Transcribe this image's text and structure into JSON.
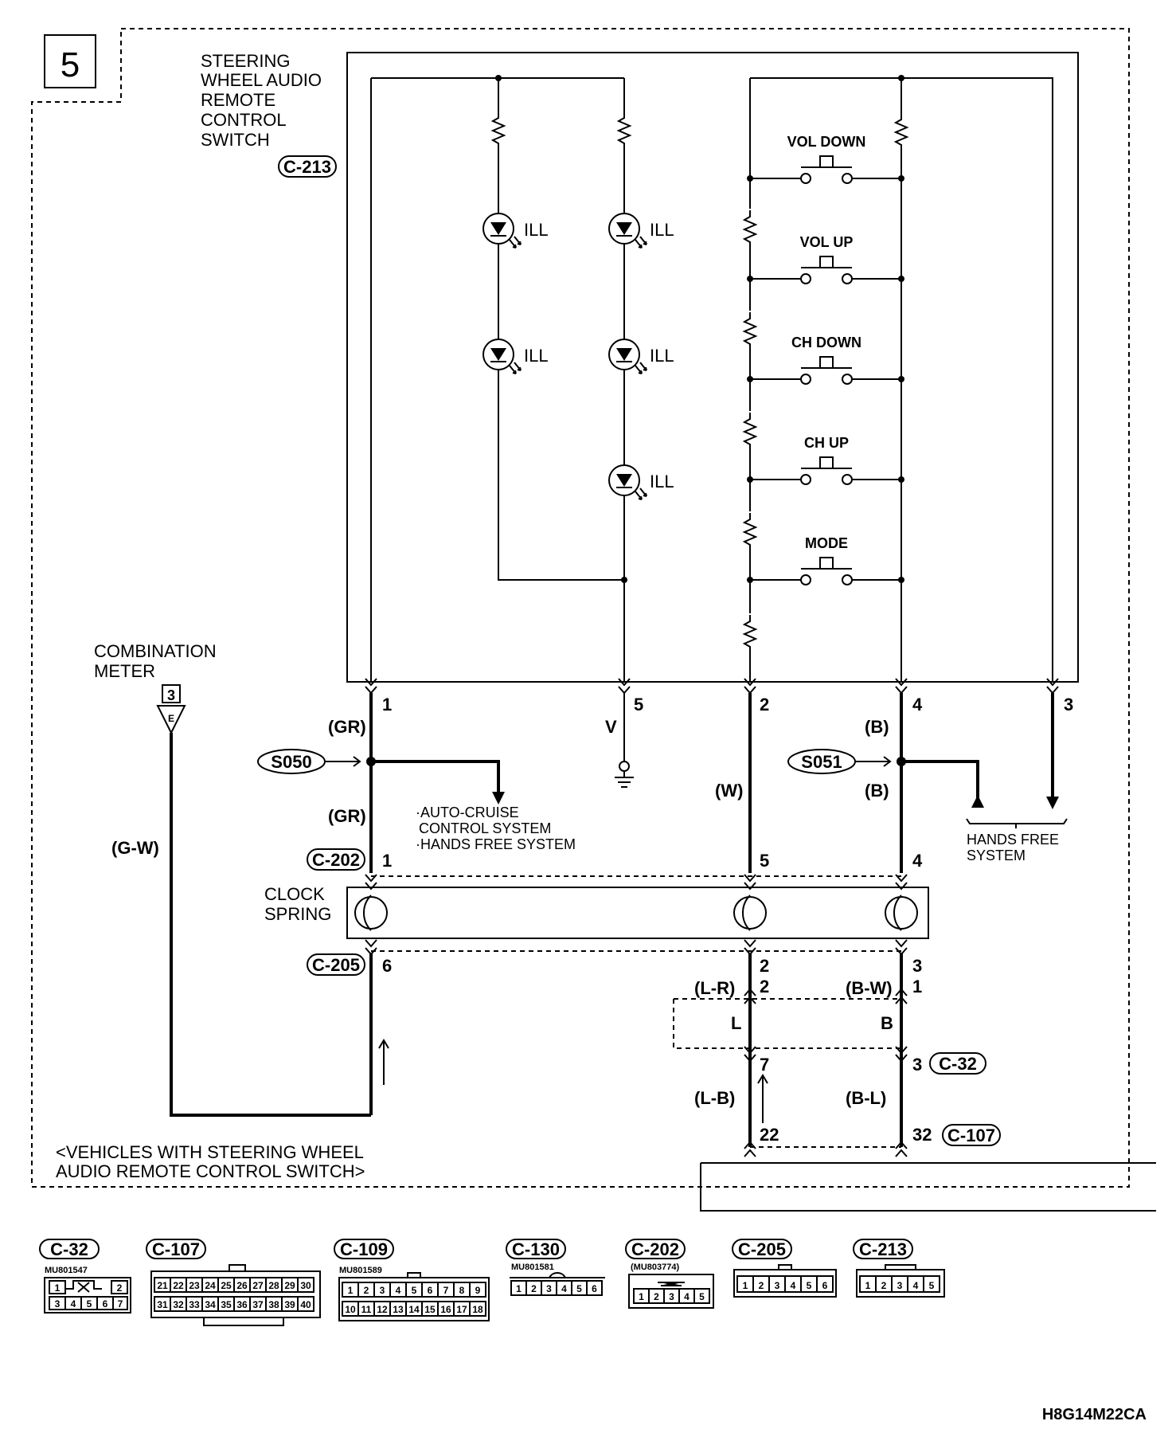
{
  "sheet": {
    "number": "5",
    "code": "H8G14M22CA",
    "note": "<VEHICLES WITH STEERING WHEEL AUDIO REMOTE CONTROL SWITCH>"
  },
  "switch": {
    "title_l1": "STEERING",
    "title_l2": "WHEEL AUDIO",
    "title_l3": "REMOTE",
    "title_l4": "CONTROL",
    "title_l5": "SWITCH",
    "connector": "C-213",
    "ill_label": "ILL",
    "buttons": [
      "VOL DOWN",
      "VOL UP",
      "CH DOWN",
      "CH UP",
      "MODE"
    ],
    "pins": [
      "1",
      "5",
      "2",
      "4",
      "3"
    ]
  },
  "combination_meter": {
    "title_l1": "COMBINATION",
    "title_l2": "METER",
    "box_num": "3",
    "pin": "E",
    "wire": "(G-W)"
  },
  "wires": {
    "gr": "(GR)",
    "v": "V",
    "w": "(W)",
    "b": "(B)",
    "lr": "(L-R)",
    "bw": "(B-W)",
    "lb": "(L-B)",
    "bl": "(B-L)"
  },
  "splices": {
    "s050": "S050",
    "s051": "S051"
  },
  "destinations": {
    "auto_cruise_l1": "·AUTO-CRUISE",
    "auto_cruise_l2": "CONTROL SYSTEM",
    "hands_free_bullet": "·HANDS FREE SYSTEM",
    "hands_free_l1": "HANDS FREE",
    "hands_free_l2": "SYSTEM"
  },
  "clock_spring": {
    "title_l1": "CLOCK",
    "title_l2": "SPRING",
    "c202": "C-202",
    "c205": "C-205",
    "c202_pins": [
      "1",
      "5",
      "4"
    ],
    "c205_pins": [
      "6",
      "2",
      "3"
    ]
  },
  "junction": {
    "pins_top": [
      "2",
      "1"
    ],
    "l": "L",
    "b": "B",
    "pins_bottom": [
      "7",
      "3"
    ],
    "c32": "C-32",
    "c107": "C-107",
    "c107_pins": [
      "22",
      "32"
    ]
  },
  "legend": {
    "c32": {
      "name": "C-32",
      "part": "MU801547",
      "row1": [
        "1",
        "2"
      ],
      "row2": [
        "3",
        "4",
        "5",
        "6",
        "7"
      ]
    },
    "c107": {
      "name": "C-107",
      "row1": [
        "21",
        "22",
        "23",
        "24",
        "25",
        "26",
        "27",
        "28",
        "29",
        "30"
      ],
      "row2": [
        "31",
        "32",
        "33",
        "34",
        "35",
        "36",
        "37",
        "38",
        "39",
        "40"
      ]
    },
    "c109": {
      "name": "C-109",
      "part": "MU801589",
      "row1": [
        "1",
        "2",
        "3",
        "4",
        "5",
        "6",
        "7",
        "8",
        "9"
      ],
      "row2": [
        "10",
        "11",
        "12",
        "13",
        "14",
        "15",
        "16",
        "17",
        "18"
      ]
    },
    "c130": {
      "name": "C-130",
      "part": "MU801581",
      "row1": [
        "1",
        "2",
        "3",
        "4",
        "5",
        "6"
      ]
    },
    "c202": {
      "name": "C-202",
      "part": "(MU803774)",
      "row1": [
        "1",
        "2",
        "3",
        "4",
        "5"
      ]
    },
    "c205": {
      "name": "C-205",
      "row1": [
        "1",
        "2",
        "3",
        "4",
        "5",
        "6"
      ]
    },
    "c213": {
      "name": "C-213",
      "row1": [
        "1",
        "2",
        "3",
        "4",
        "5"
      ]
    }
  }
}
